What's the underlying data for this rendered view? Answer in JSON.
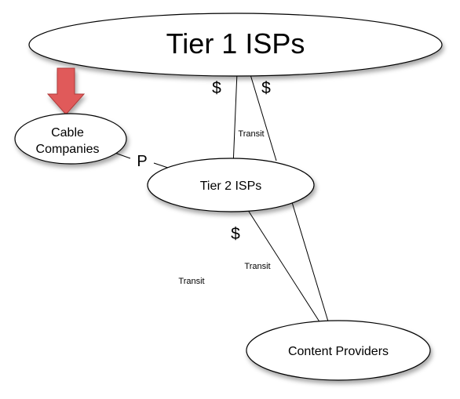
{
  "nodes": {
    "tier1": {
      "label": "Tier 1 ISPs"
    },
    "cable": {
      "label_line1": "Cable",
      "label_line2": "Companies"
    },
    "tier2": {
      "label": "Tier 2 ISPs"
    },
    "content": {
      "label": "Content Providers"
    }
  },
  "edge_labels": {
    "dollar_tier1_left": "$",
    "dollar_tier1_right": "$",
    "transit_tier1_tier2": "Transit",
    "peering": "P",
    "dollar_tier2": "$",
    "transit_tier2_content": "Transit",
    "transit_floating": "Transit"
  },
  "arrow": {
    "icon": "down-arrow-icon",
    "color": "#e05a5a",
    "stroke": "#b03a3a"
  }
}
